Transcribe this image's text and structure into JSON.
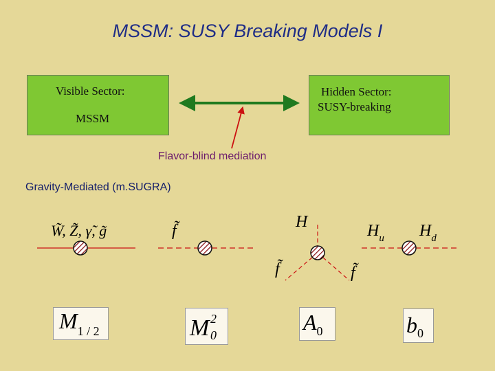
{
  "title": "MSSM: SUSY Breaking Models I",
  "visible_sector": {
    "label": "Visible Sector:",
    "content": "MSSM"
  },
  "hidden_sector": {
    "label": "Hidden Sector:",
    "content": "SUSY-breaking"
  },
  "mediation_label": "Flavor-blind mediation",
  "model_label": "Gravity-Mediated (m.SUGRA)",
  "vertices": [
    {
      "particles": "W̃, Z̃, γ̃, g̃"
    },
    {
      "particles": "f̃"
    },
    {
      "top": "H",
      "left": "f̃",
      "right": "f̃"
    },
    {
      "left": "H",
      "left_sub": "u",
      "right": "H",
      "right_sub": "d"
    }
  ],
  "parameters": [
    {
      "symbol": "M",
      "sub": "1 / 2",
      "sup": ""
    },
    {
      "symbol": "M",
      "sub": "0",
      "sup": "2"
    },
    {
      "symbol": "A",
      "sub": "0",
      "sup": ""
    },
    {
      "symbol": "b",
      "sub": "0",
      "sup": ""
    }
  ],
  "colors": {
    "background": "#e5d898",
    "box_fill": "#7fc833",
    "arrow_green": "#1f7a1f",
    "arrow_red": "#cc1111",
    "line_red": "#cc1111",
    "title": "#1f2d86"
  }
}
